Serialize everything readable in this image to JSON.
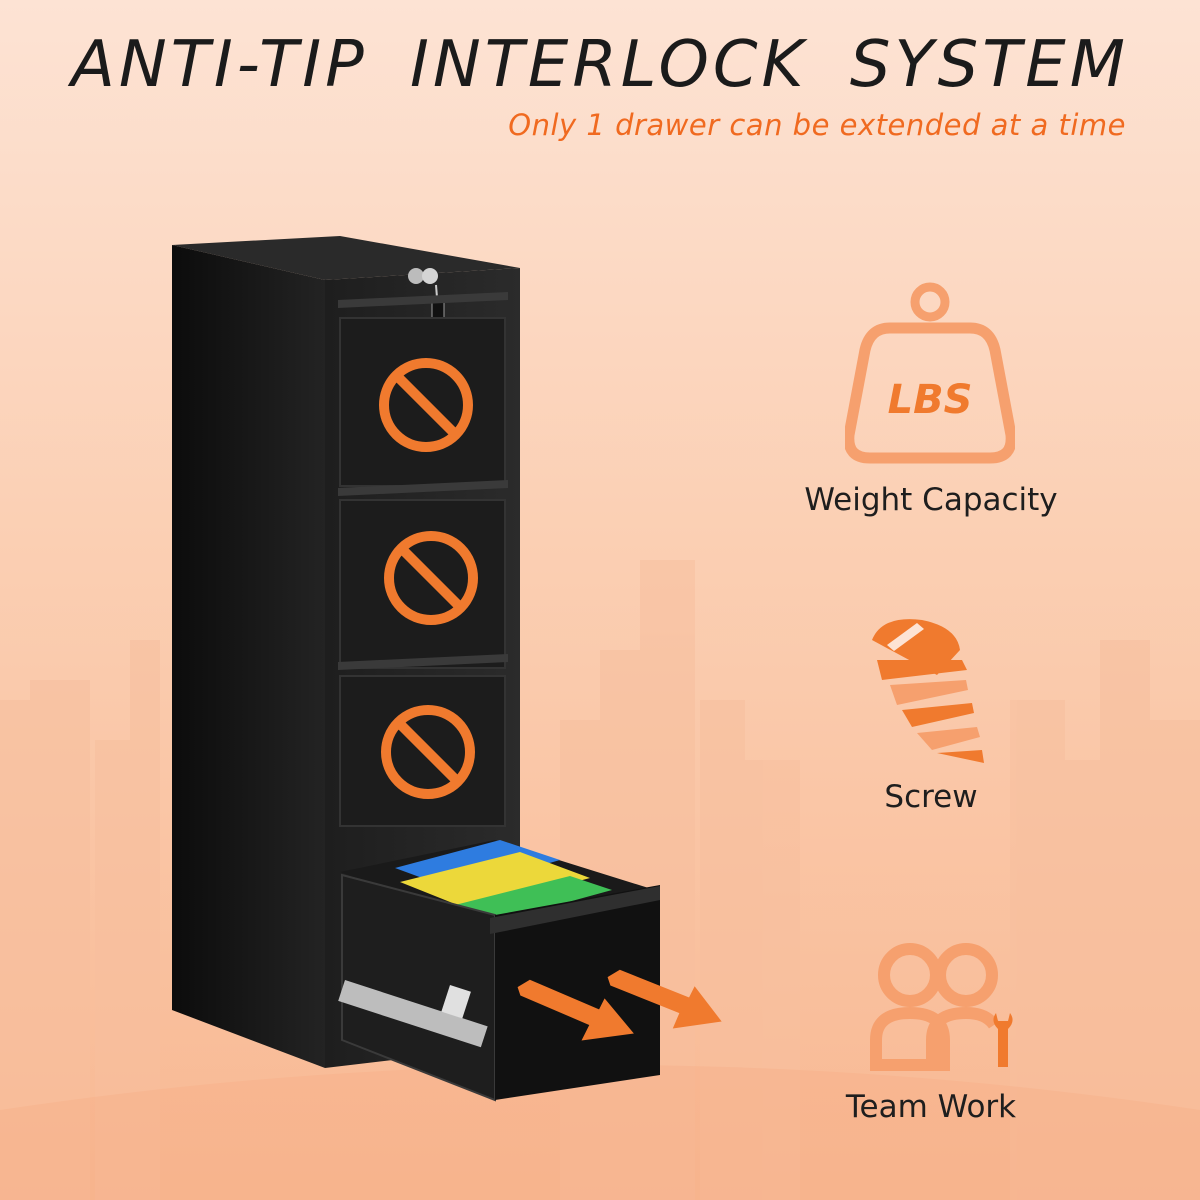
{
  "headline": "ANTI-TIP  INTERLOCK  SYSTEM",
  "subheadline": "Only 1 drawer can be extended at a time",
  "colors": {
    "accent": "#f06a20",
    "cabinet": "#161616",
    "icon_fill": "#f6a06e",
    "background_top": "#fde3d4",
    "background_bottom": "#f8b892"
  },
  "weight_icon_text": "LBS",
  "features": [
    {
      "icon": "weight-icon",
      "label": "Weight Capacity"
    },
    {
      "icon": "screw-icon",
      "label": "Screw"
    },
    {
      "icon": "team-work-icon",
      "label": "Team Work"
    }
  ],
  "drawer_markers": [
    "no-entry-icon",
    "no-entry-icon",
    "no-entry-icon"
  ],
  "pull_arrows": [
    "arrow-icon",
    "arrow-icon"
  ]
}
